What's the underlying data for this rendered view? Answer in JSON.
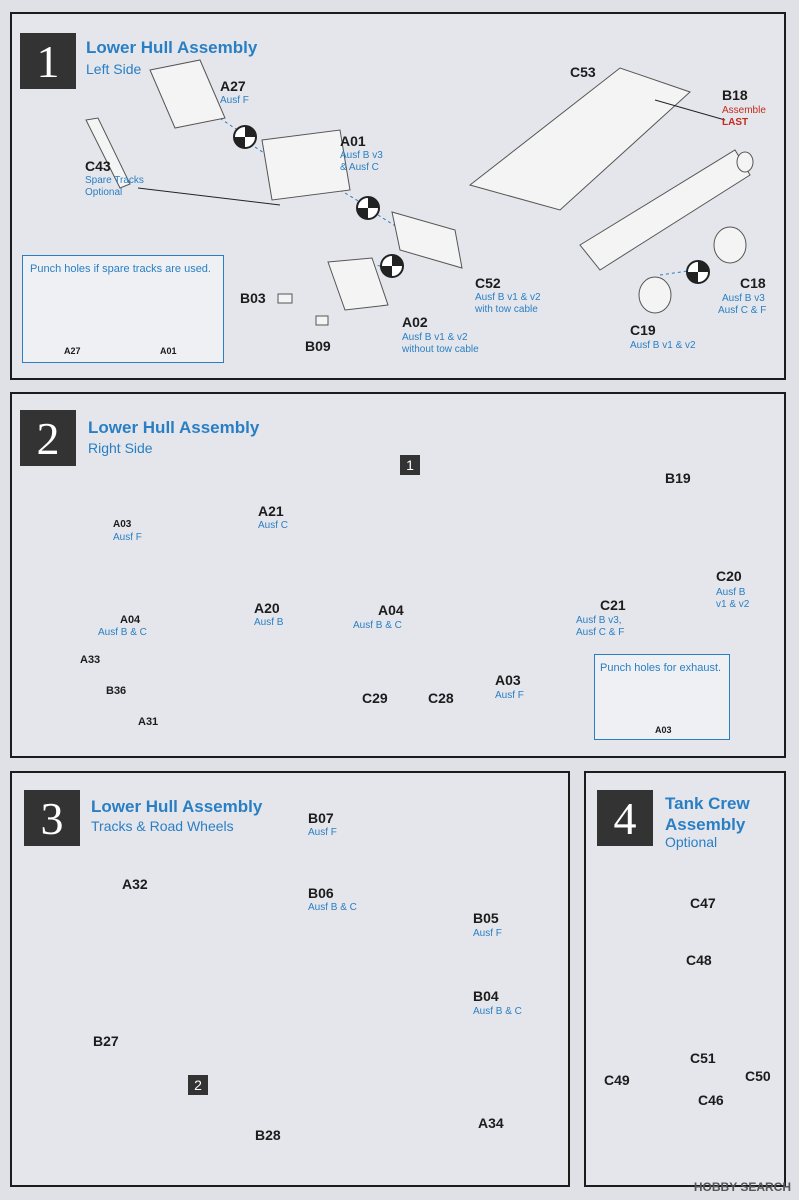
{
  "step1": {
    "num": "1",
    "title": "Lower Hull Assembly",
    "subtitle": "Left Side",
    "parts": {
      "A27": "A27",
      "A27_note": "Ausf F",
      "C43": "C43",
      "C43_note1": "Spare Tracks",
      "C43_note2": "Optional",
      "A01": "A01",
      "A01_note1": "Ausf B v3",
      "A01_note2": "& Ausf C",
      "C53": "C53",
      "B18": "B18",
      "B18_note": "Assemble",
      "B18_last": "LAST",
      "B03": "B03",
      "B09": "B09",
      "A02": "A02",
      "A02_note1": "Ausf B v1 & v2",
      "A02_note2": "without tow cable",
      "C52": "C52",
      "C52_note1": "Ausf B v1 & v2",
      "C52_note2": "with tow cable",
      "C18": "C18",
      "C18_note1": "Ausf B v3",
      "C18_note2": "Ausf C & F",
      "C19": "C19",
      "C19_note": "Ausf B v1 & v2"
    },
    "box": {
      "title": "Punch holes if spare tracks are used.",
      "cap1": "A27",
      "cap2": "A01"
    }
  },
  "step2": {
    "num": "2",
    "title": "Lower Hull Assembly",
    "subtitle": "Right Side",
    "ref": "1",
    "parts": {
      "A03": "A03",
      "A03_note": "Ausf F",
      "A04": "A04",
      "A04_note": "Ausf B & C",
      "A33": "A33",
      "B36": "B36",
      "A31": "A31",
      "A21": "A21",
      "A21_note": "Ausf C",
      "A20": "A20",
      "A20_note": "Ausf B",
      "B19": "B19",
      "C20": "C20",
      "C20_note1": "Ausf B",
      "C20_note2": "v1 & v2",
      "C21": "C21",
      "C21_note1": "Ausf B v3,",
      "C21_note2": "Ausf C & F",
      "C29": "C29",
      "C28": "C28"
    },
    "box": {
      "title": "Punch holes for exhaust.",
      "cap": "A03"
    }
  },
  "step3": {
    "num": "3",
    "title": "Lower Hull Assembly",
    "subtitle": "Tracks & Road Wheels",
    "ref": "2",
    "parts": {
      "B07": "B07",
      "B07_note": "Ausf F",
      "B06": "B06",
      "B06_note": "Ausf B & C",
      "A32": "A32",
      "B05": "B05",
      "B05_note": "Ausf F",
      "B04": "B04",
      "B04_note": "Ausf B & C",
      "B27": "B27",
      "B28": "B28",
      "A34": "A34"
    }
  },
  "step4": {
    "num": "4",
    "title1": "Tank Crew",
    "title2": "Assembly",
    "subtitle": "Optional",
    "parts": {
      "C47": "C47",
      "C48": "C48",
      "C51": "C51",
      "C49": "C49",
      "C50": "C50",
      "C46": "C46"
    }
  },
  "watermark": "HOBBY SEARCH",
  "colors": {
    "accent": "#2a7fc4",
    "warning": "#c52a1f",
    "ink": "#1c1c1c"
  }
}
